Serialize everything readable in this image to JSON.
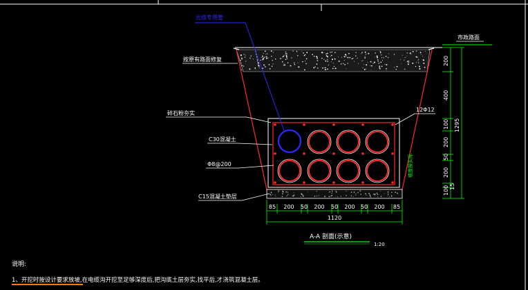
{
  "drawing": {
    "annotation_blue": "光缆专用管",
    "road_surface": "市政路面",
    "restore_per_pavement": "按原有路面修复",
    "backfill": "碎石粉夯实",
    "rebar_main": "12Φ12",
    "concrete": "C30混凝土",
    "stirrup": "Φ8@200",
    "cushion": "C15混凝土垫层",
    "slope_note": "坡度按实际",
    "vertical_dims": [
      "200",
      "400",
      "100",
      "200",
      "50",
      "200",
      "100",
      "15"
    ],
    "vertical_total": "1295",
    "horizontal_dims": [
      "85",
      "200",
      "50",
      "200",
      "50",
      "200",
      "50",
      "200",
      "85"
    ],
    "horizontal_total": "1120",
    "section_title": "A-A 剖面(示意)",
    "scale": "1:20"
  },
  "notes": {
    "heading": "说明:",
    "item1": "1、开挖时按设计要求放坡,在电缆沟开挖至足够深度后,把沟底土层夯实,找平后,才浇筑混凝土层。"
  },
  "colors": {
    "background": "#000000",
    "frame": "#ffffff",
    "red": "#ff2a2a",
    "green": "#00ff00",
    "yellow": "#ffff00",
    "blue": "#2a2aff",
    "orange": "#ff7a00"
  }
}
